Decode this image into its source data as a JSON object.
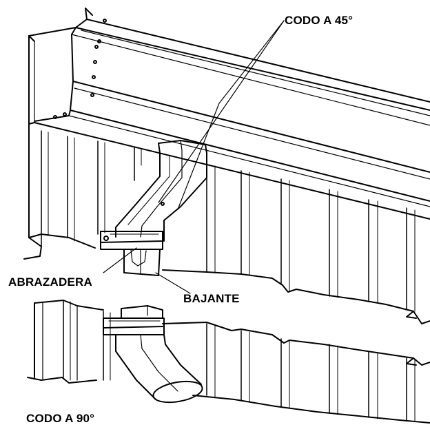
{
  "labels": {
    "codo_45": "CODO A 45°",
    "abrazadera": "ABRAZADERA",
    "bajante": "BAJANTE",
    "codo_90": "CODO A 90°"
  },
  "colors": {
    "line": "#000000",
    "background": "#ffffff"
  }
}
